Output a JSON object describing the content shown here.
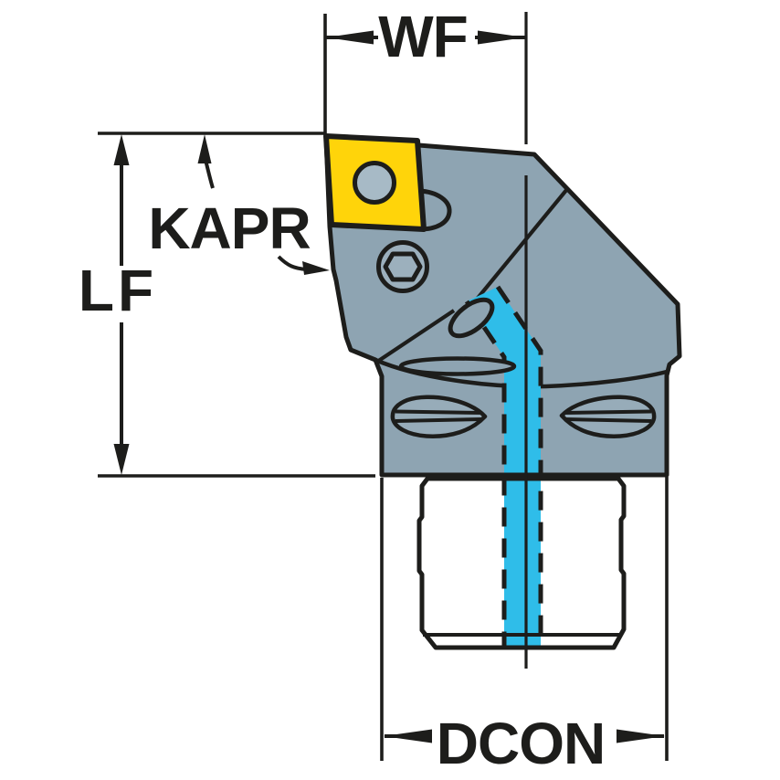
{
  "diagram": {
    "type": "tool-holder-engineering-drawing",
    "labels": {
      "wf": "WF",
      "kapr": "KAPR",
      "lf": "LF",
      "dcon": "DCON"
    },
    "colors": {
      "line": "#1d1d1b",
      "background": "#ffffff",
      "body": "#8ea4b2",
      "slot": "#97acb9",
      "insert": "#ffd40a",
      "insert_hole": "#a7bac6",
      "screw": "#9cb0bd",
      "coolant": "#2fbde9",
      "coupling_light": "#f3f4f5",
      "coupling_mid": "#dfe3e6",
      "coupling_dark": "#aab2ba"
    }
  }
}
